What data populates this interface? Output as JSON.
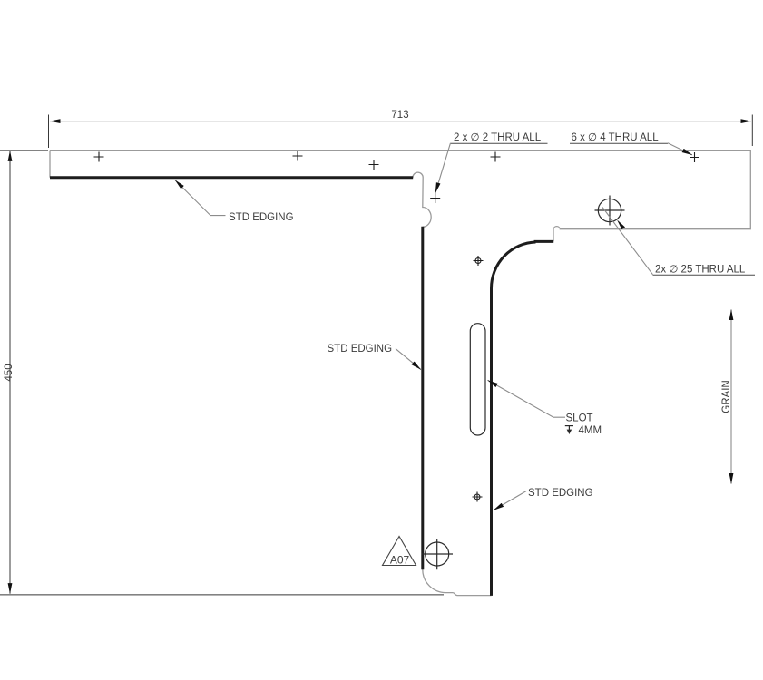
{
  "drawing": {
    "dim_horizontal": "713",
    "dim_vertical": "450",
    "callouts": {
      "holes_small": "2 x ∅ 2 THRU ALL",
      "holes_medium": "6 x ∅ 4 THRU ALL",
      "holes_large": "2x ∅ 25 THRU ALL",
      "edging_top": "STD EDGING",
      "edging_middle": "STD EDGING",
      "edging_bottom": "STD EDGING",
      "slot_title": "SLOT",
      "slot_depth_value": "4MM",
      "grain": "GRAIN",
      "datum_marker": "A07"
    },
    "colors": {
      "outline_thin": "#9b9b9b",
      "edge_banding": "#1d1d1d",
      "annotation_text": "#3b3b3b",
      "leader_line": "#8c8c8c",
      "dimension_line": "#383838"
    }
  }
}
